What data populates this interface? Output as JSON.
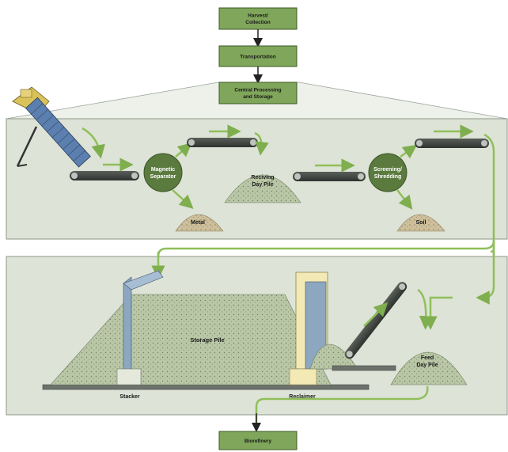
{
  "flow_top": {
    "harvest": [
      "Harvest/",
      "Collection"
    ],
    "transportation": "Transportation",
    "central": [
      "Central Processing",
      "and Storage"
    ]
  },
  "processing": {
    "magnetic": [
      "Magnetic",
      "Separator"
    ],
    "metal": "Metal",
    "receiving": [
      "Reciving",
      "Day Pile"
    ],
    "screening": [
      "Screening/",
      "Shredding"
    ],
    "soil": "Soil"
  },
  "storage": {
    "storage_pile": "Storage Pile",
    "stacker": "Stacker",
    "reclaimer": "Reclaimer",
    "feed": [
      "Feed",
      "Day Pile"
    ]
  },
  "flow_bottom": {
    "biorefinery": "Biorefinery"
  },
  "colors": {
    "box_fill": "#7fa65a",
    "panel_fill": "#dde3d6",
    "circle_fill": "#5a7a3e",
    "arrow_green": "#8fbf5a",
    "pile_fill": "#b8c6a4",
    "metal_pile": "#c8bd9a"
  }
}
